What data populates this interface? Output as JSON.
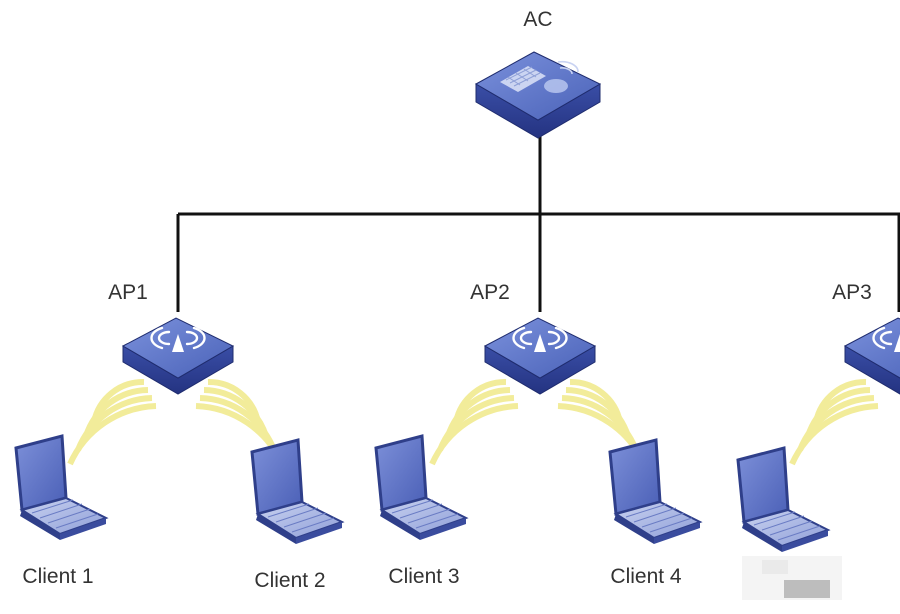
{
  "controller": {
    "label": "AC"
  },
  "access_points": [
    {
      "label": "AP1"
    },
    {
      "label": "AP2"
    },
    {
      "label": "AP3"
    }
  ],
  "clients": [
    {
      "label": "Client 1"
    },
    {
      "label": "Client 2"
    },
    {
      "label": "Client 3"
    },
    {
      "label": "Client 4"
    },
    {
      "label": ""
    }
  ],
  "colors": {
    "device_top": "#5b74c9",
    "device_side": "#2e3f8f",
    "device_edge": "#1f2c6e",
    "wire": "#111111",
    "signal": "#f2ec9a",
    "laptop_screen": "#5a6fc4",
    "laptop_frame": "#2f3f8a",
    "label_text": "#333333"
  }
}
